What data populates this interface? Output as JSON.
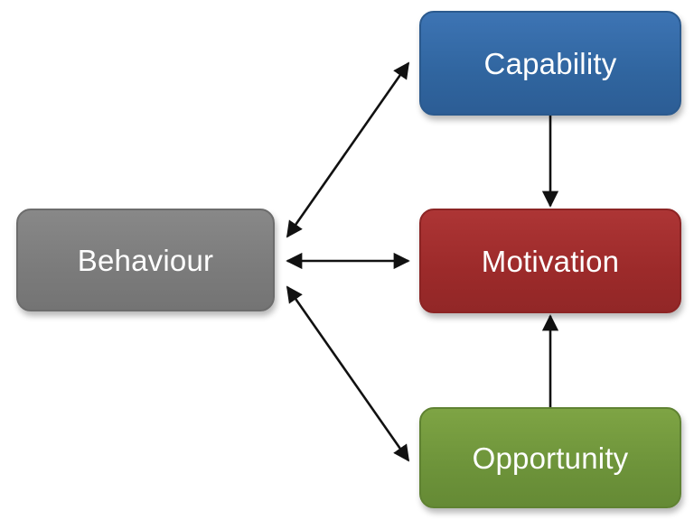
{
  "nodes": {
    "behaviour": {
      "label": "Behaviour",
      "color": "#7b7b7b"
    },
    "capability": {
      "label": "Capability",
      "color": "#30659f"
    },
    "motivation": {
      "label": "Motivation",
      "color": "#9c2a2a"
    },
    "opportunity": {
      "label": "Opportunity",
      "color": "#6d933a"
    }
  },
  "edges": [
    {
      "from": "behaviour",
      "to": "capability",
      "direction": "both"
    },
    {
      "from": "behaviour",
      "to": "motivation",
      "direction": "both"
    },
    {
      "from": "behaviour",
      "to": "opportunity",
      "direction": "both"
    },
    {
      "from": "capability",
      "to": "motivation",
      "direction": "forward"
    },
    {
      "from": "opportunity",
      "to": "motivation",
      "direction": "forward"
    }
  ],
  "arrow_color": "#111111"
}
